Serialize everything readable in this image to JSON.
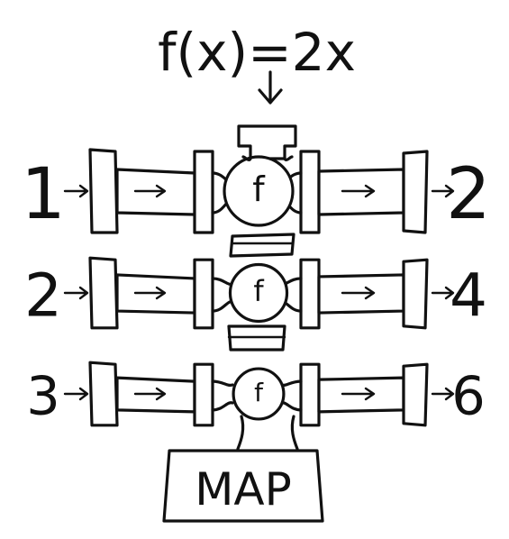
{
  "diagram": {
    "formula": "f(x)=2x",
    "function_symbol": "f",
    "map_label": "MAP",
    "rows": [
      {
        "input": "1",
        "output": "2"
      },
      {
        "input": "2",
        "output": "4"
      },
      {
        "input": "3",
        "output": "6"
      }
    ],
    "colors": {
      "ink": "#111111",
      "background": "#ffffff"
    }
  }
}
